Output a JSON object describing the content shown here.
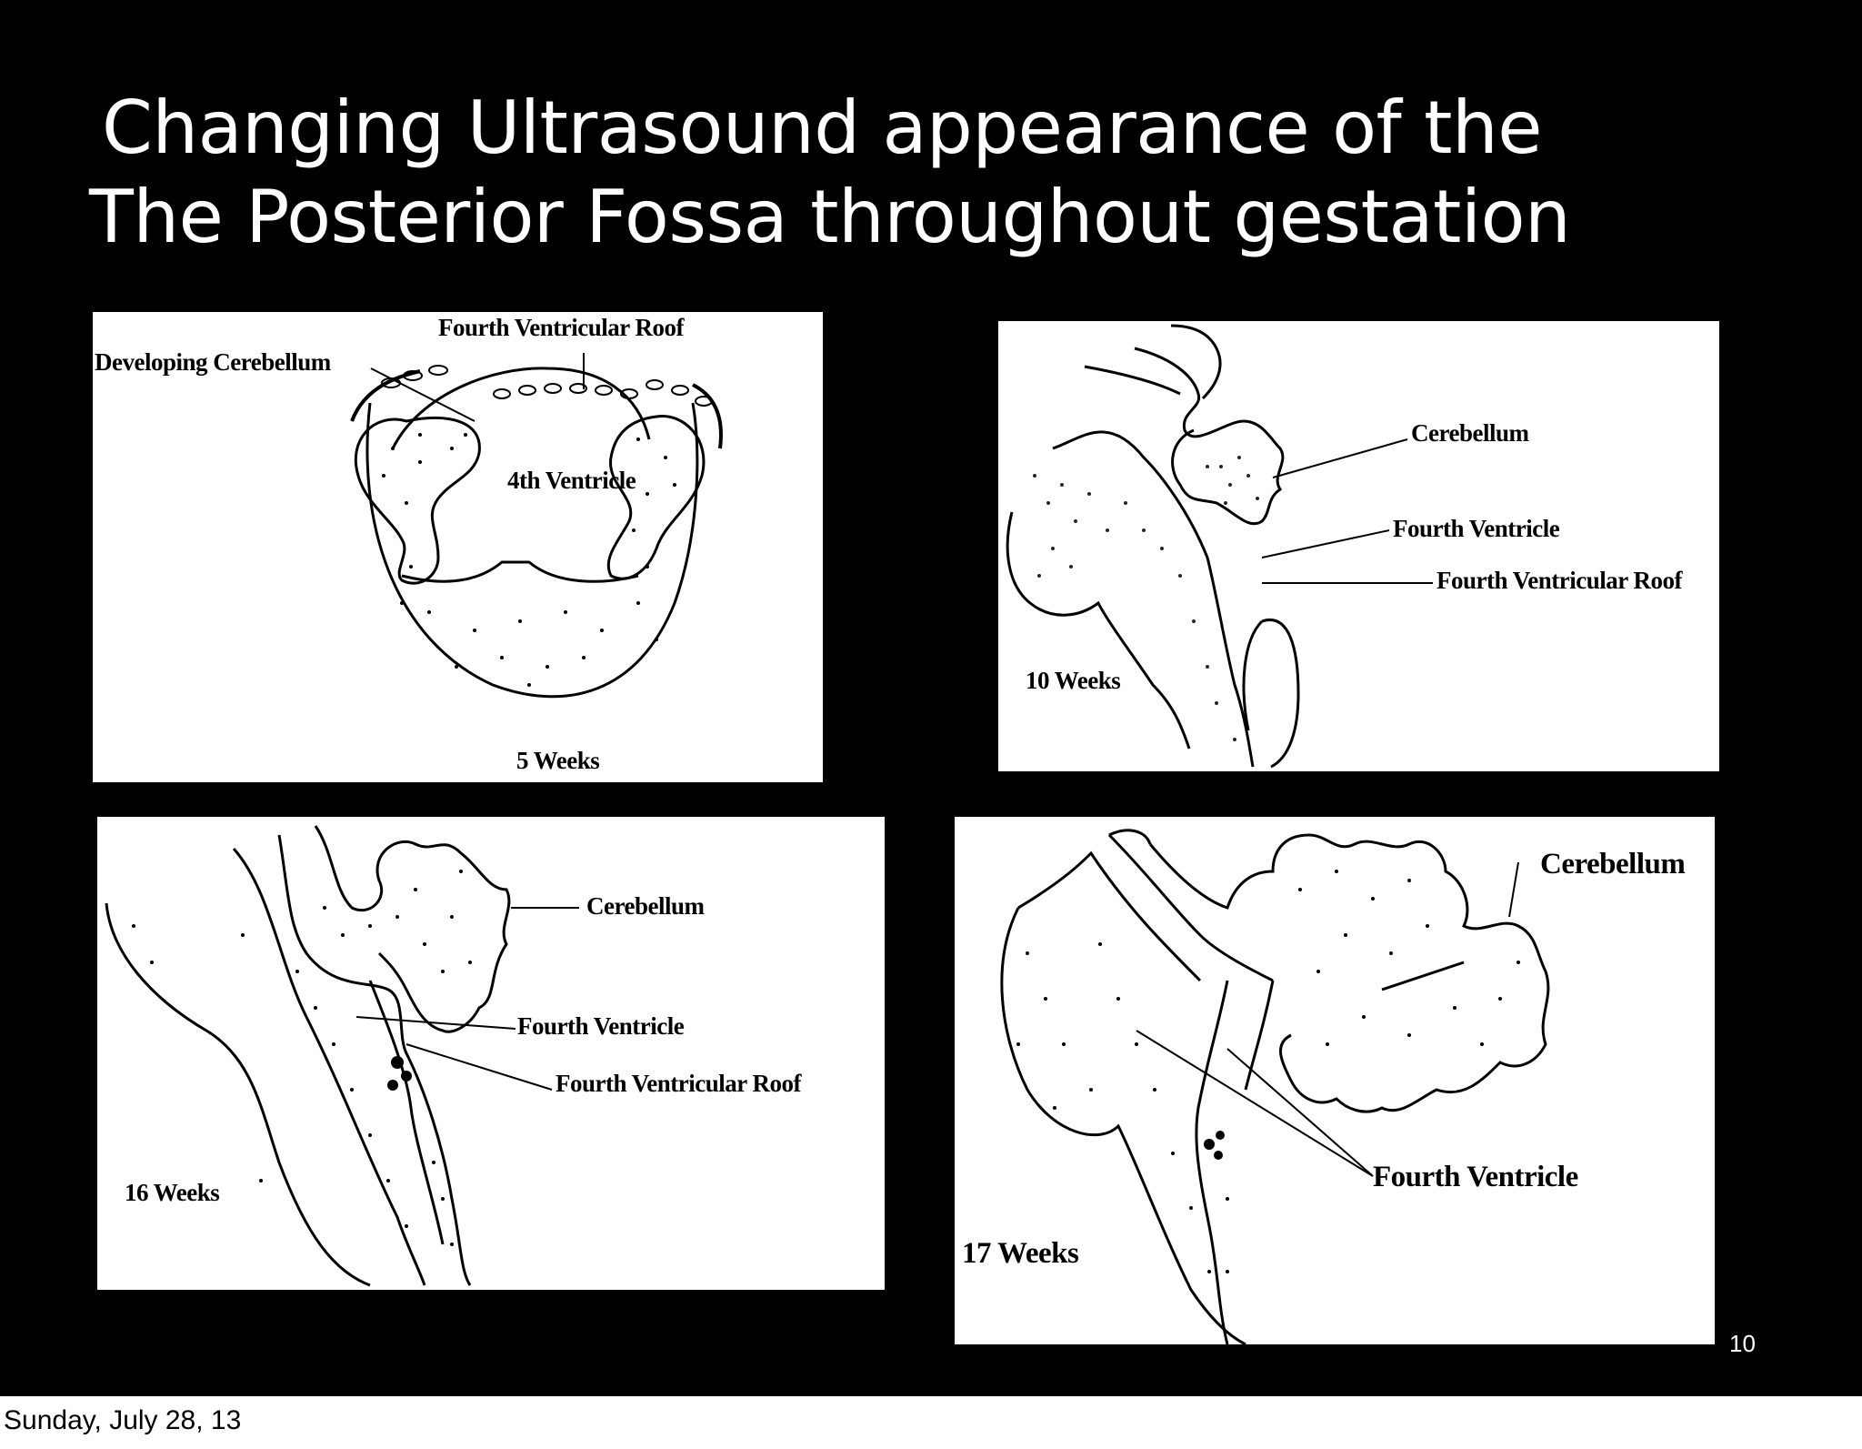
{
  "slide": {
    "title_line1": "Changing Ultrasound appearance of the",
    "title_line2": "The Posterior Fossa throughout gestation",
    "page_number": "10"
  },
  "panels": {
    "week5": {
      "label_roof": "Fourth Ventricular Roof",
      "label_cerebellum": "Developing Cerebellum",
      "label_ventricle": "4th Ventricle",
      "age": "5 Weeks"
    },
    "week10": {
      "label_cerebellum": "Cerebellum",
      "label_ventricle": "Fourth Ventricle",
      "label_roof": "Fourth Ventricular Roof",
      "age": "10 Weeks"
    },
    "week16": {
      "label_cerebellum": "Cerebellum",
      "label_ventricle": "Fourth Ventricle",
      "label_roof": "Fourth Ventricular Roof",
      "age": "16 Weeks"
    },
    "week17": {
      "label_cerebellum": "Cerebellum",
      "label_ventricle": "Fourth Ventricle",
      "age": "17 Weeks"
    }
  },
  "footer": {
    "date": "Sunday, July 28, 13"
  }
}
